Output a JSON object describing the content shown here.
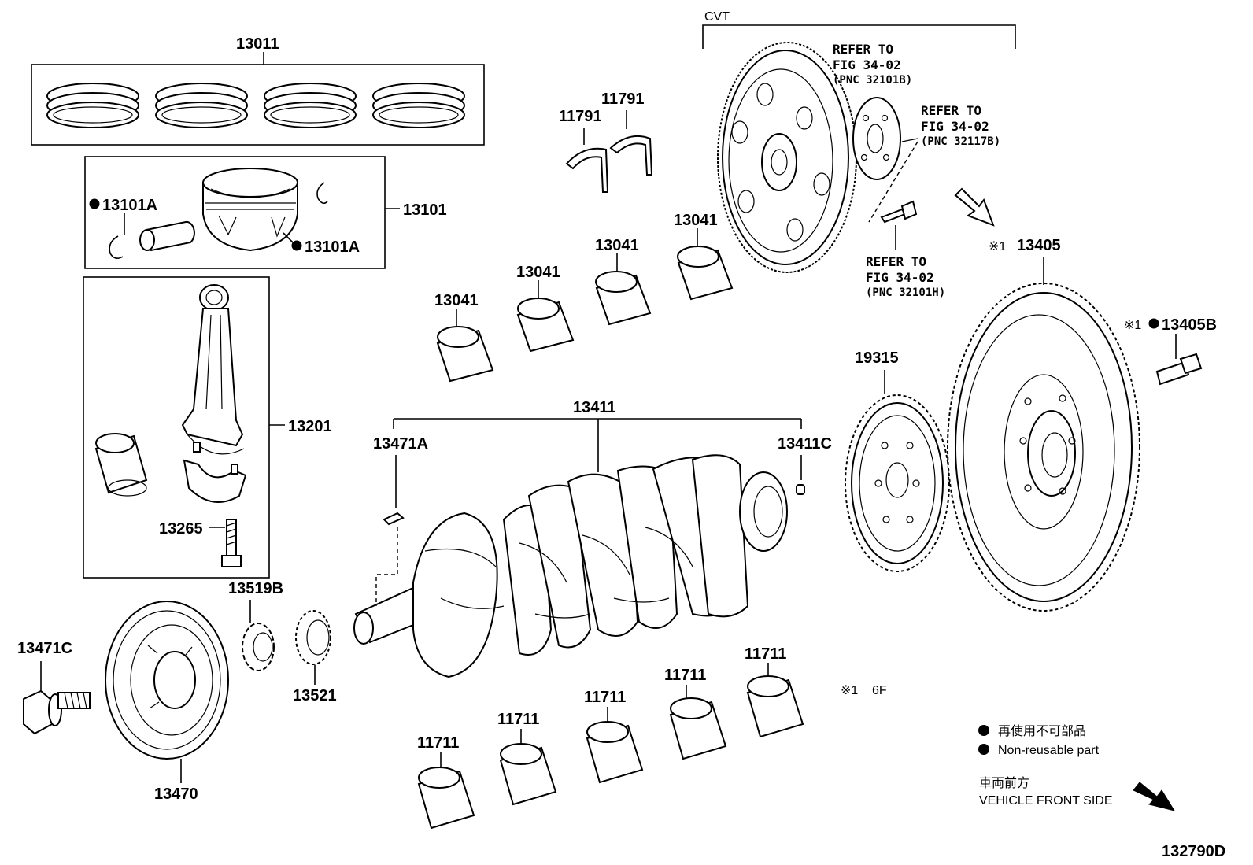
{
  "labels": {
    "p13011": "13011",
    "p13101": "13101",
    "p13101A_left": "13101A",
    "p13101A_right": "13101A",
    "p13201": "13201",
    "p13265": "13265",
    "p13519B": "13519B",
    "p13521": "13521",
    "p13471C": "13471C",
    "p13470": "13470",
    "p13471A": "13471A",
    "p13411": "13411",
    "p13411C": "13411C",
    "p19315": "19315",
    "p13405": "13405",
    "p13405B": "13405B",
    "p11791_a": "11791",
    "p11791_b": "11791",
    "p13041_a": "13041",
    "p13041_b": "13041",
    "p13041_c": "13041",
    "p13041_d": "13041",
    "p11711_a": "11711",
    "p11711_b": "11711",
    "p11711_c": "11711",
    "p11711_d": "11711",
    "p11711_e": "11711",
    "cvt": "CVT"
  },
  "refs": {
    "ref1_l1": "REFER TO",
    "ref1_l2": "FIG 34-02",
    "ref1_l3": "(PNC 32101B)",
    "ref2_l1": "REFER TO",
    "ref2_l2": "FIG 34-02",
    "ref2_l3": "(PNC 32117B)",
    "ref3_l1": "REFER TO",
    "ref3_l2": "FIG 34-02",
    "ref3_l3": "(PNC 32101H)"
  },
  "notes": {
    "mark1_sym": "※1",
    "mark_13405": "※1",
    "mark_13405B": "※1",
    "note1": "6F"
  },
  "legend": {
    "nonreusable_jp": "再使用不可部品",
    "nonreusable_en": "Non-reusable part",
    "front_jp": "車両前方",
    "front_en": "VEHICLE FRONT SIDE"
  },
  "figure_id": "132790D"
}
